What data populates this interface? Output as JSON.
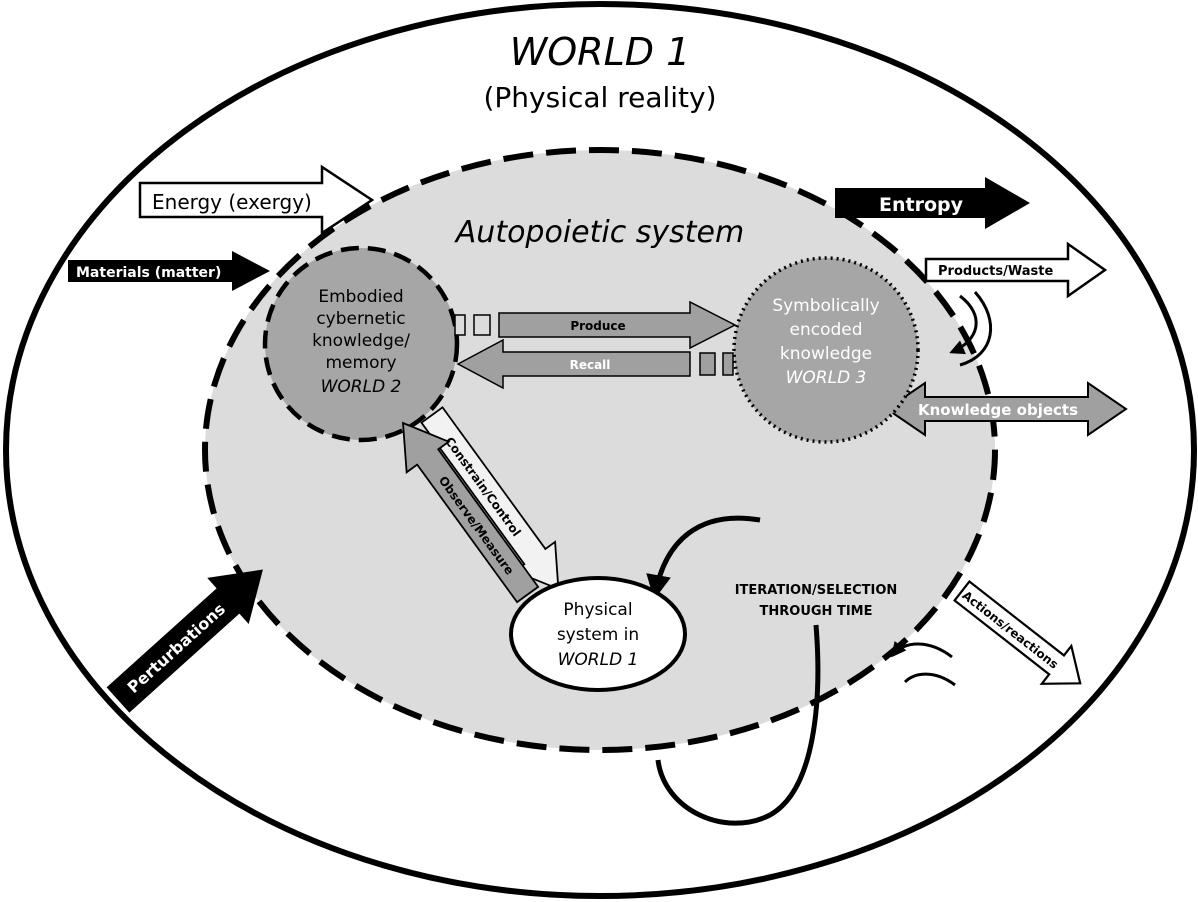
{
  "world1": {
    "title": "WORLD 1",
    "subtitle": "(Physical reality)"
  },
  "system": {
    "title": "Autopoietic system"
  },
  "world2": {
    "line1": "Embodied",
    "line2": "cybernetic",
    "line3": "knowledge/",
    "line4": "memory",
    "line5": "WORLD 2"
  },
  "world3": {
    "line1": "Symbolically",
    "line2": "encoded",
    "line3": "knowledge",
    "line4": "WORLD 3"
  },
  "physical": {
    "line1": "Physical",
    "line2": "system in",
    "line3": "WORLD 1"
  },
  "arrows": {
    "energy": "Energy (exergy)",
    "materials": "Materials (matter)",
    "entropy": "Entropy",
    "products": "Products/Waste",
    "knowledge_objects": "Knowledge objects",
    "produce": "Produce",
    "recall": "Recall",
    "constrain": "Constrain/Control",
    "observe": "Observe/Measure",
    "perturbations": "Perturbations",
    "actions": "Actions/reactions"
  },
  "iteration": {
    "line1": "ITERATION/SELECTION",
    "line2": "THROUGH TIME"
  },
  "colors": {
    "system_fill": "#dcdcdc",
    "node_fill": "#a6a6a6",
    "arrow_grey": "#a0a0a0",
    "black": "#000000",
    "white": "#ffffff"
  }
}
